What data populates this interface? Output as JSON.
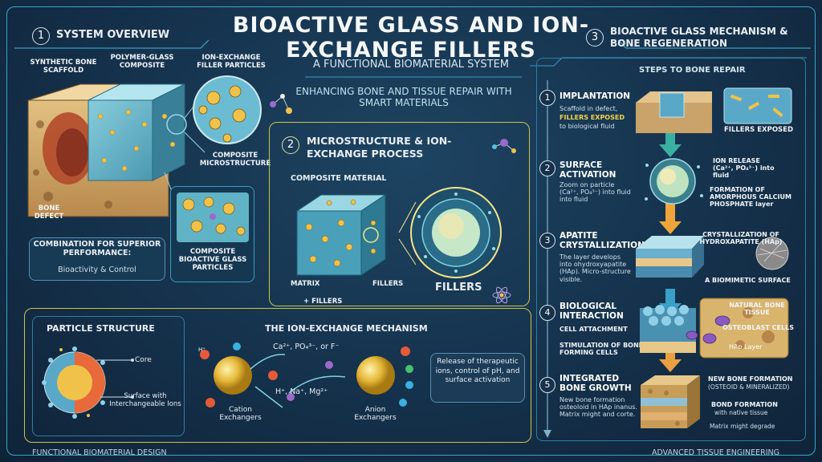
{
  "header": {
    "title": "BIOACTIVE GLASS AND ION-EXCHANGE FILLERS",
    "subtitle": "A FUNCTIONAL BIOMATERIAL SYSTEM",
    "tagline": "ENHANCING BONE AND TISSUE REPAIR WITH SMART MATERIALS"
  },
  "s1": {
    "num": "1",
    "title": "SYSTEM OVERVIEW",
    "scaffold": "SYNTHETIC BONE SCAFFOLD",
    "composite": "POLYMER-GLASS COMPOSITE",
    "filler": "ION-EXCHANGE FILLER PARTICLES",
    "micro": "COMPOSITE MICROSTRUCTURE",
    "defect": "BONE DEFECT",
    "particles": "COMPOSITE BIOACTIVE GLASS PARTICLES",
    "combo_title": "COMBINATION FOR SUPERIOR PERFORMANCE:",
    "combo_sub": "Bioactivity & Control"
  },
  "s2": {
    "num": "2",
    "title": "MICROSTRUCTURE & ION-EXCHANGE PROCESS",
    "composite": "COMPOSITE MATERIAL",
    "matrix": "MATRIX",
    "plus_fillers": "+ FILLERS",
    "fillers": "FILLERS",
    "fillers_big": "FILLERS"
  },
  "bottom": {
    "ps_title": "PARTICLE STRUCTURE",
    "core": "Core",
    "surface": "Surface with Interchangeable Ions",
    "mech_title": "THE ION-EXCHANGE MECHANISM",
    "released": "Ca²⁺, PO₄³⁻, or F⁻",
    "cation": "Cation Exchangers",
    "cations_in": "H⁺, Na⁺, Mg²⁺",
    "anion": "Anion Exchangers",
    "release_note": "Release of therapeutic ions, control of pH, and surface activation",
    "h": "H⁺"
  },
  "s3": {
    "num": "3",
    "title": "BIOACTIVE GLASS MECHANISM & BONE REGENERATION",
    "steps_title": "STEPS TO BONE REPAIR",
    "steps": [
      {
        "n": "1",
        "name": "IMPLANTATION",
        "d1": "Scaffold in defect,",
        "d2": "FILLERS EXPOSED",
        "d3": "to biological fluid",
        "right": "FILLERS EXPOSED"
      },
      {
        "n": "2",
        "name": "SURFACE ACTIVATION",
        "desc": "Zoom on particle (Ca²⁺, PO₄³⁻) into fluid into fluid",
        "r1": "ION RELEASE (Ca²⁺, PO₄³⁻) into fluid",
        "r2": "FORMATION OF AMORPHOUS CALCIUM PHOSPHATE layer"
      },
      {
        "n": "3",
        "name": "APATITE CRYSTALLIZATION",
        "desc": "The layer develops into ohydroxyapatite (HAp). Micro-structure visible.",
        "r1": "CRYSTALLIZATION OF HYDROXAPATITE (HAp)",
        "r2": "A BIOMIMETIC SURFACE"
      },
      {
        "n": "4",
        "name": "BIOLOGICAL INTERACTION",
        "d1": "CELL ATTACHMENT",
        "d2": "STIMULATION OF BONE FORMING CELLS",
        "r1": "NATURAL BONE TISSUE",
        "r2": "OSTEOBLAST CELLS",
        "r3": "HAp Layer"
      },
      {
        "n": "5",
        "name": "INTEGRATED BONE GROWTH",
        "desc": "New bone formation osteoloid in HAp inanus. Matrix might and corte.",
        "r1": "NEW BONE FORMATION",
        "r1b": "(OSTEOID & MINERALIZED)",
        "r2": "BOND FORMATION",
        "r2b": "with native tissue",
        "r3": "Matrix might degrade"
      }
    ]
  },
  "footer": {
    "left": "FUNCTIONAL BIOMATERIAL DESIGN",
    "right": "ADVANCED TISSUE ENGINEERING"
  }
}
